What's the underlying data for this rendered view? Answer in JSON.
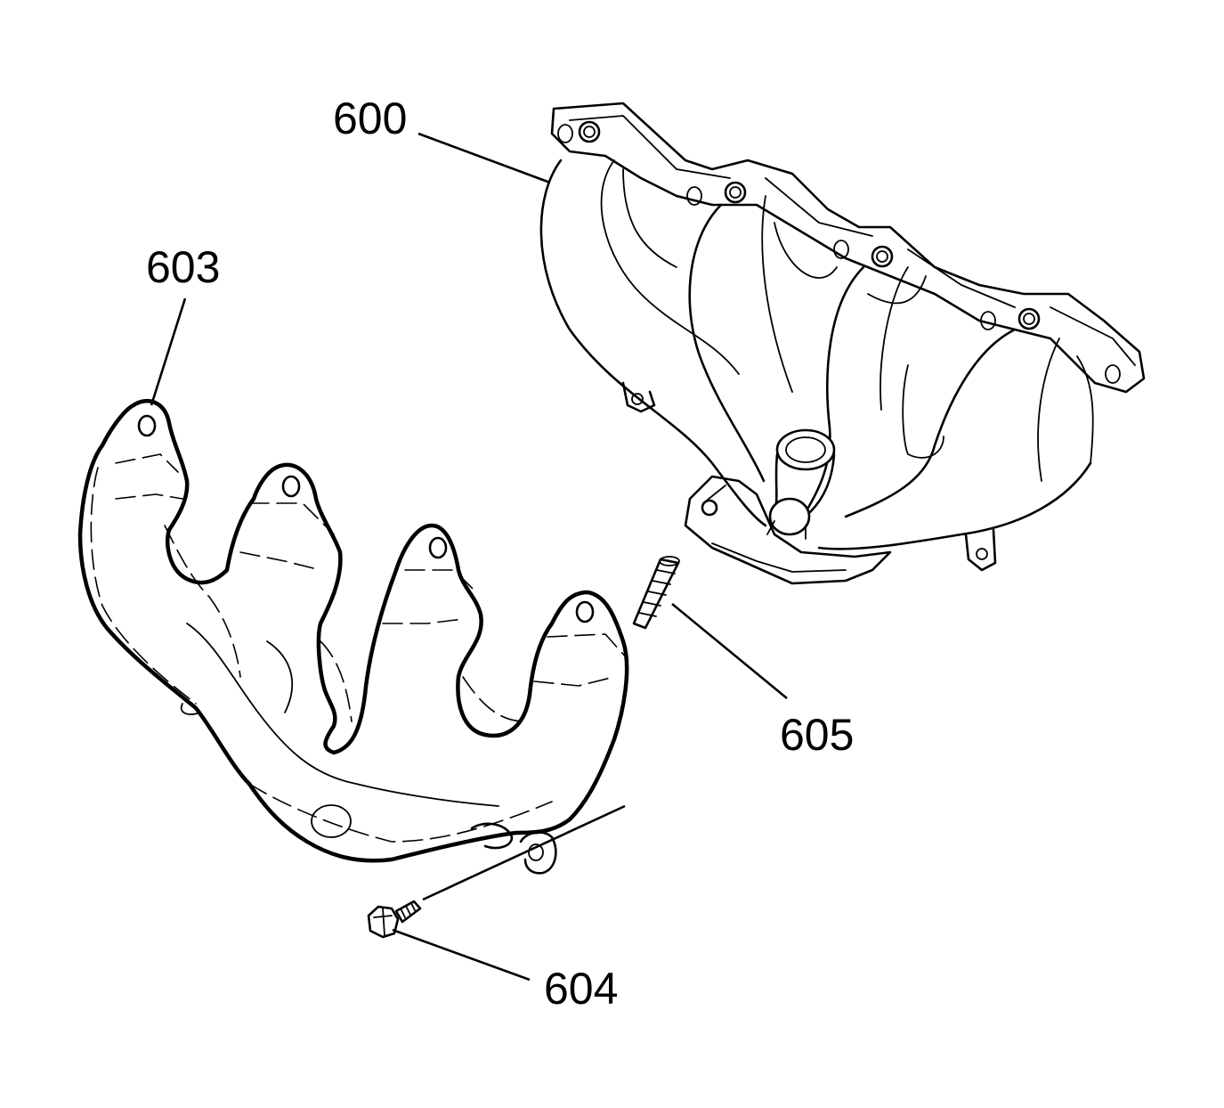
{
  "diagram": {
    "callouts": [
      {
        "id": "600",
        "label": "600"
      },
      {
        "id": "603",
        "label": "603"
      },
      {
        "id": "604",
        "label": "604"
      },
      {
        "id": "605",
        "label": "605"
      }
    ]
  },
  "colors": {
    "ink": "#000000",
    "background": "#ffffff"
  }
}
